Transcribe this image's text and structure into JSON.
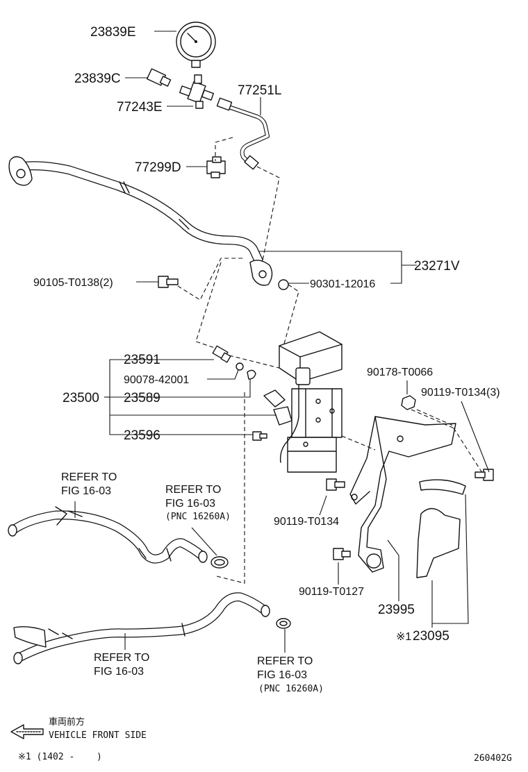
{
  "labels": {
    "gauge": "23839E",
    "switch": "23839C",
    "union": "77243E",
    "fuel_tube": "77251L",
    "clamp": "77299D",
    "bolt_top": "90105-T0138(2)",
    "gasket": "90301-12016",
    "hose_assy": "23271V",
    "fuel_pump_assy": "23500",
    "part_23591": "23591",
    "part_90078": "90078-42001",
    "part_23589": "23589",
    "part_23596": "23596",
    "nut_90178": "90178-T0066",
    "bolt_t0134_3": "90119-T0134(3)",
    "bolt_t0134": "90119-T0134",
    "bolt_t0127": "90119-T0127",
    "bracket": "23995",
    "cover_mark": "※1",
    "cover": "23095"
  },
  "refer_notes": {
    "ref1": [
      "REFER TO",
      "FIG 16-03"
    ],
    "ref2": [
      "REFER TO",
      "FIG 16-03",
      "(PNC 16260A)"
    ],
    "ref3": [
      "REFER TO",
      "FIG 16-03",
      "(PNC 16260A)"
    ]
  },
  "legend": {
    "jp_text": "車両前方",
    "en_text": "VEHICLE FRONT SIDE",
    "footnote_open": "※1 (1402 -",
    "footnote_close": ")"
  },
  "figure_code": "260402G"
}
